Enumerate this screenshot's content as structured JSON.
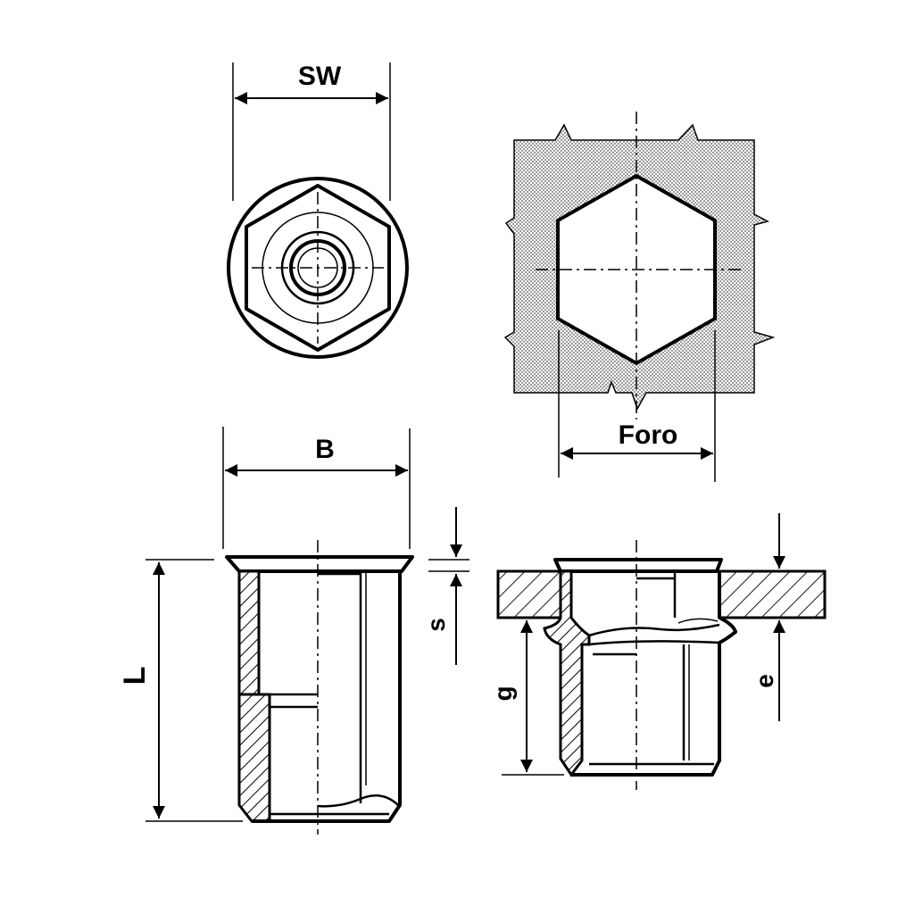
{
  "labels": {
    "sw": "SW",
    "foro": "Foro",
    "b": "B",
    "l": "L",
    "s": "s",
    "g": "g",
    "e": "e"
  },
  "colors": {
    "line": "#000000",
    "background": "#ffffff",
    "stipple": "#b8b8b8"
  }
}
